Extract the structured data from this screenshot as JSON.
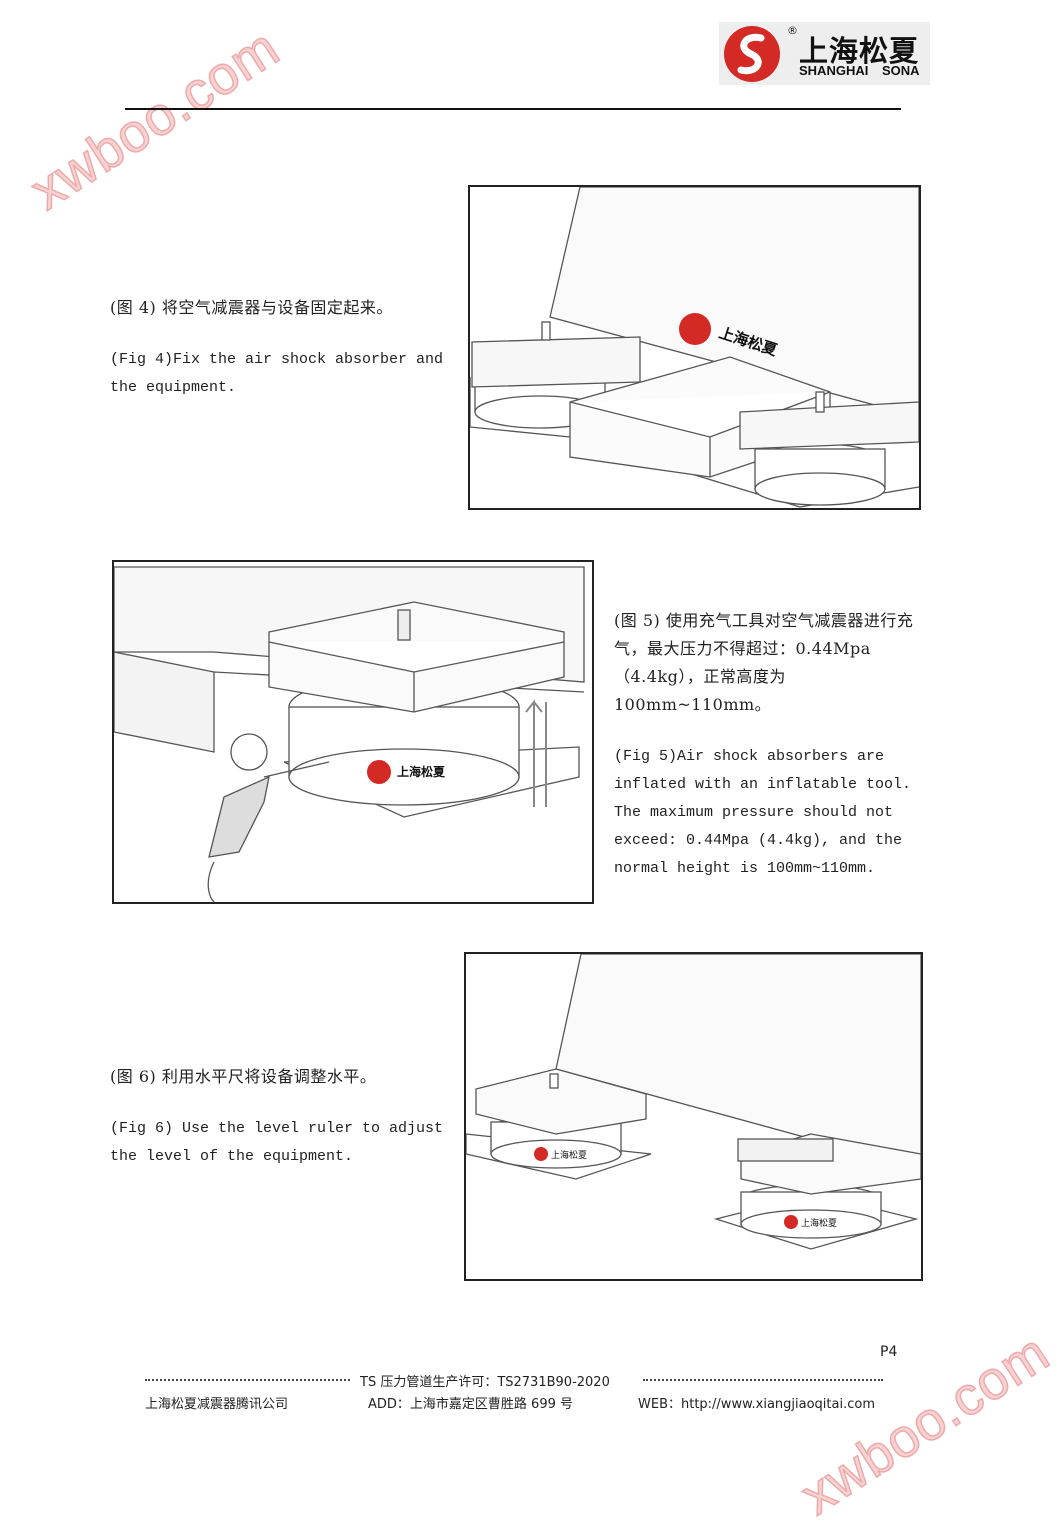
{
  "watermark": "xwboo.com",
  "logo": {
    "cn": "上海松夏",
    "en": "SHANGHAI SONA",
    "reg": "®",
    "brand_color": "#d42a26"
  },
  "sections": [
    {
      "cn": "(图 4) 将空气减震器与设备固定起来。",
      "en": "(Fig 4)Fix the air shock absorber and the equipment."
    },
    {
      "cn": "(图 5) 使用充气工具对空气减震器进行充气，最大压力不得超过：0.44Mpa （4.4kg），正常高度为 100mm~110mm。",
      "en": "(Fig 5)Air shock absorbers are inflated with an inflatable tool. The maximum pressure should not exceed: 0.44Mpa (4.4kg), and the normal height is 100mm~110mm."
    },
    {
      "cn": "(图 6) 利用水平尺将设备调整水平。",
      "en": "(Fig 6) Use the level ruler to adjust the level of the equipment."
    }
  ],
  "page_number": "P4",
  "footer": {
    "license": "TS 压力管道生产许可：TS2731B90-2020",
    "company": "上海松夏减震器腾讯公司",
    "address": "ADD：上海市嘉定区曹胜路 699 号",
    "web": "WEB：http://www.xiangjiaoqitai.com"
  }
}
